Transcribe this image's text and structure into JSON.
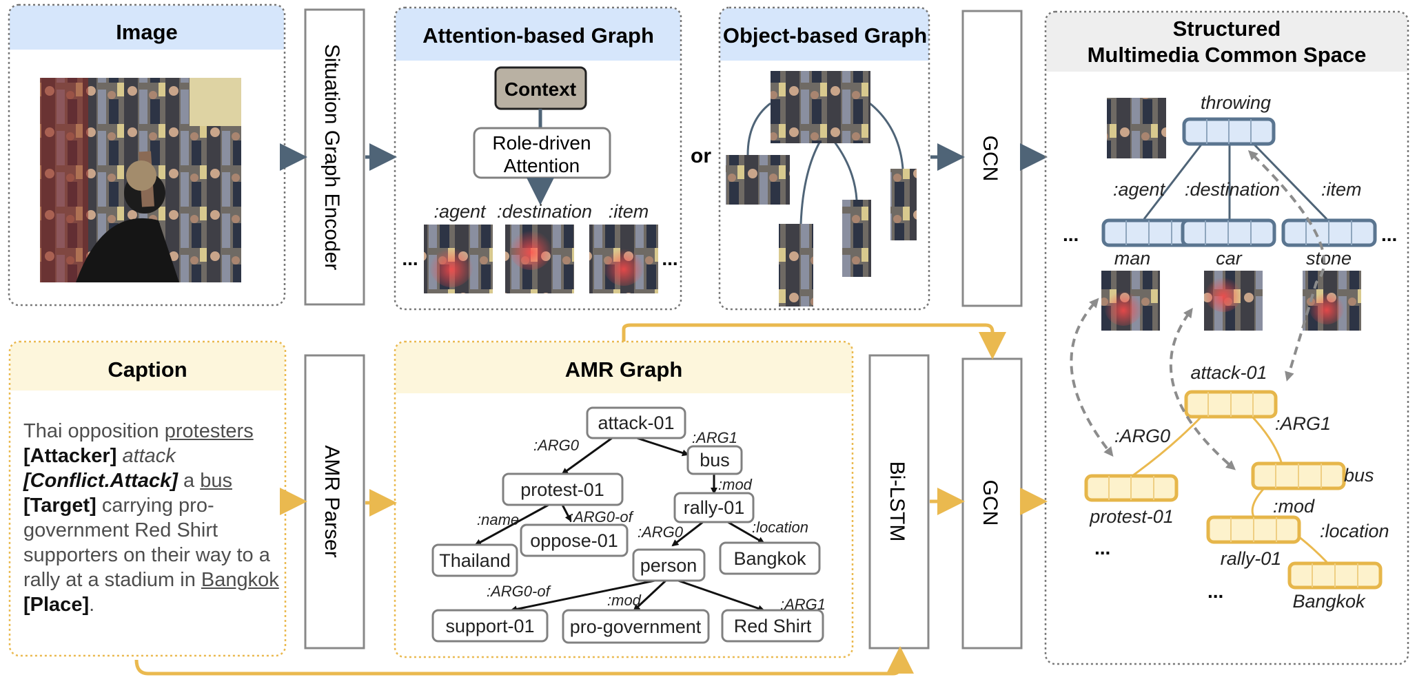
{
  "panels": {
    "image": "Image",
    "attention_graph": "Attention-based Graph",
    "object_graph": "Object-based Graph",
    "common_space_line1": "Structured",
    "common_space_line2": "Multimedia Common Space",
    "caption": "Caption",
    "amr_graph": "AMR Graph"
  },
  "modules": {
    "situation_encoder": "Situation Graph Encoder",
    "gcn_top": "GCN",
    "amr_parser": "AMR Parser",
    "bilstm": "Bi-LSTM",
    "gcn_bottom": "GCN"
  },
  "or_label": "or",
  "attention": {
    "context": "Context",
    "role_line1": "Role-driven",
    "role_line2": "Attention",
    "roles": [
      ":agent",
      ":destination",
      ":item"
    ],
    "ellipsis": "..."
  },
  "caption_text": {
    "t1": "Thai opposition ",
    "t2": "protesters",
    "t3": "[Attacker]",
    "t4": "attack",
    "t5": "[Conflict.Attack]",
    "t6": " a ",
    "t7": "bus",
    "t8": "[Target]",
    "t9": " carrying pro-government Red Shirt supporters on their way to a rally at a stadium in ",
    "t10": "Bangkok",
    "t11": "[Place]",
    "t12": "."
  },
  "amr": {
    "nodes": [
      "attack-01",
      "bus",
      "protest-01",
      "rally-01",
      "oppose-01",
      "Thailand",
      "person",
      "Bangkok",
      "support-01",
      "pro-government",
      "Red Shirt"
    ],
    "edges": [
      ":ARG0",
      ":ARG1",
      ":mod",
      ":name",
      ":ARG0-of",
      ":ARG0",
      ":location",
      ":ARG0-of",
      ":mod",
      ":ARG1"
    ]
  },
  "common_space": {
    "visual_event": "throwing",
    "visual_roles": [
      ":agent",
      ":destination",
      ":item"
    ],
    "visual_args": [
      "man",
      "car",
      "stone"
    ],
    "text_event": "attack-01",
    "text_edges": [
      ":ARG0",
      ":ARG1",
      ":mod",
      ":location"
    ],
    "text_nodes": [
      "bus",
      "protest-01",
      "rally-01",
      "Bangkok"
    ],
    "ellipsis": "..."
  },
  "colors": {
    "blue_header": "#d6e6fb",
    "yellow_header": "#fdf6dc",
    "gray_header": "#eeeeee",
    "slate_arrow": "#4f6477",
    "gold_arrow": "#eab94f",
    "blue_node_fill": "#dce8f8",
    "blue_node_stroke": "#5a7590",
    "gold_node_fill": "#fdf2cc",
    "gold_node_stroke": "#e6b64a"
  }
}
